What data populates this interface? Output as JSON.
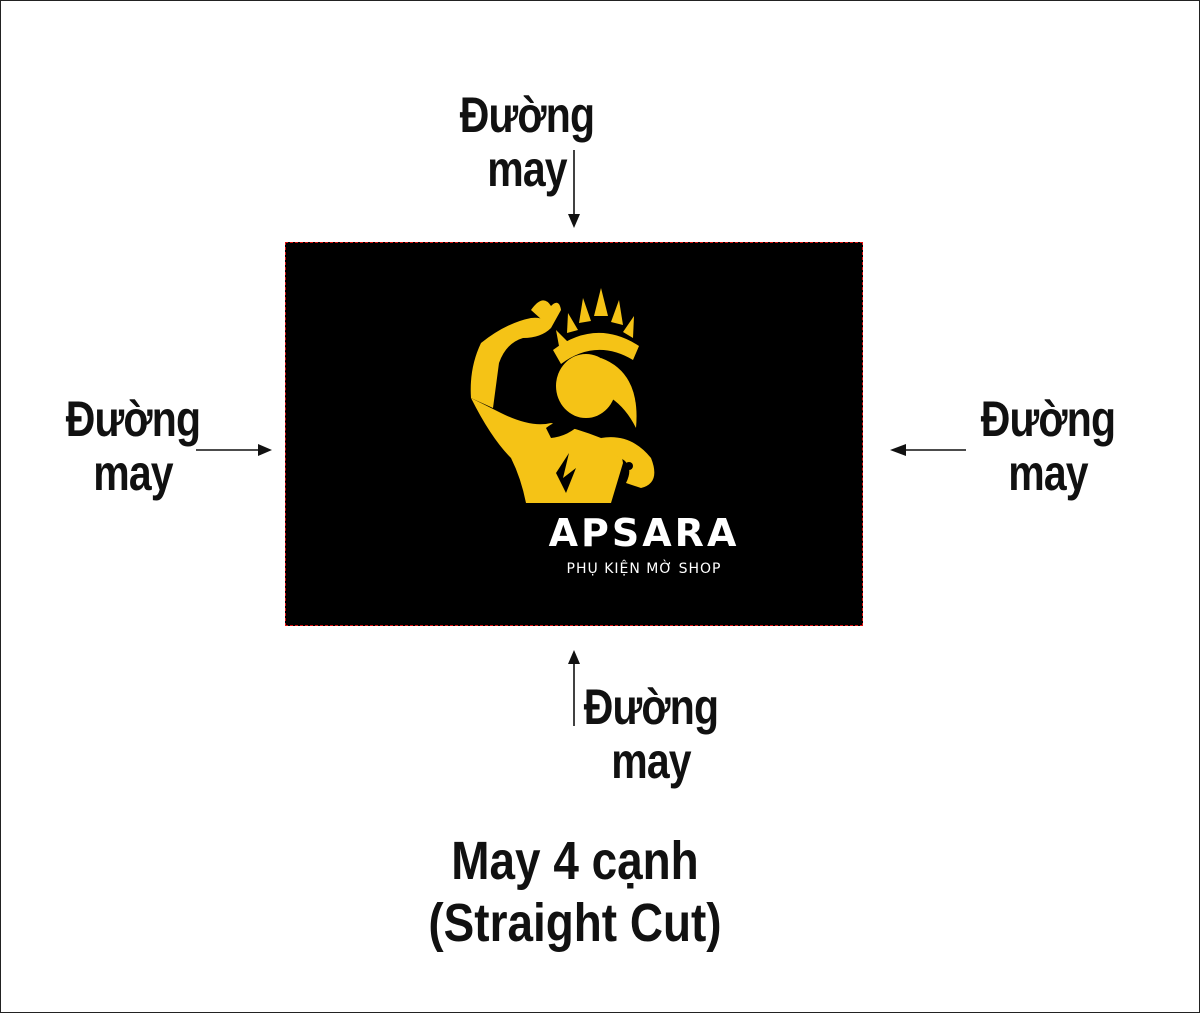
{
  "labels": {
    "top": {
      "line1": "Đường",
      "line2": "may"
    },
    "left": {
      "line1": "Đường",
      "line2": "may"
    },
    "right": {
      "line1": "Đường",
      "line2": "may"
    },
    "bottom": {
      "line1": "Đường",
      "line2": "may"
    }
  },
  "caption": {
    "line1": "May 4 cạnh",
    "line2": "(Straight Cut)"
  },
  "patch": {
    "brand_name": "APSARA",
    "brand_tagline": "PHỤ KIỆN MỜ SHOP",
    "background_color": "#000000",
    "logo_color": "#F5C316",
    "seam_color": "#DD1111"
  },
  "icons": [
    "arrow-down-icon",
    "arrow-right-icon",
    "arrow-left-icon",
    "arrow-up-icon",
    "apsara-dancer-logo-icon"
  ]
}
